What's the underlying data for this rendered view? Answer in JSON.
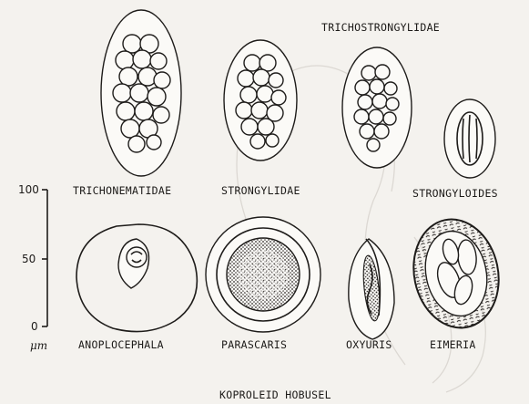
{
  "figure": {
    "top_label": "TRICHOSTRONGYLIDAE",
    "caption": "KOPROLEID HOBUSEL",
    "scale": {
      "ticks": [
        "100",
        "50",
        "0"
      ],
      "unit": "μm"
    },
    "eggs": [
      {
        "name": "TRICHONEMATIDAE"
      },
      {
        "name": "STRONGYLIDAE"
      },
      {
        "name": "STRONGYLOIDES"
      },
      {
        "name": "ANOPLOCEPHALA"
      },
      {
        "name": "PARASCARIS"
      },
      {
        "name": "OXYURIS"
      },
      {
        "name": "EIMERIA"
      }
    ]
  }
}
